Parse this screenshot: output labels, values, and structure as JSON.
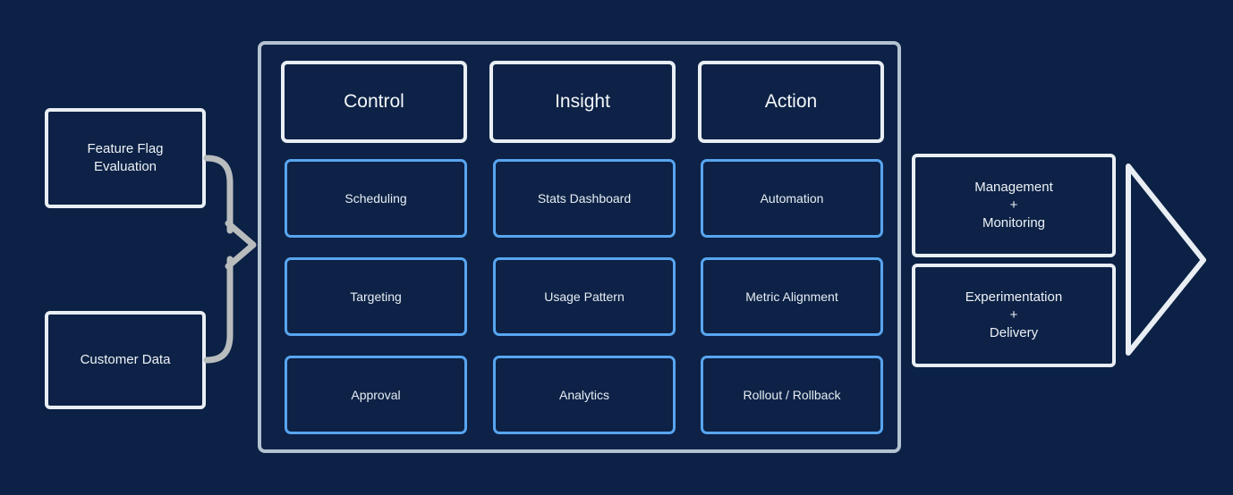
{
  "diagram": {
    "background_color": "#0b2145",
    "panel_border_color": "#b4c2d1",
    "header_border_color": "#e9eef4",
    "item_border_color": "#58a5f0",
    "text_color": "#eef2f7",
    "connector_color": "#b9bcbd",
    "arrow_color": "#e9eef4"
  },
  "inputs": [
    {
      "label": "Feature Flag\nEvaluation"
    },
    {
      "label": "Customer Data"
    }
  ],
  "panel": {
    "columns": [
      {
        "header": "Control",
        "items": [
          "Scheduling",
          "Targeting",
          "Approval"
        ]
      },
      {
        "header": "Insight",
        "items": [
          "Stats Dashboard",
          "Usage Pattern",
          "Analytics"
        ]
      },
      {
        "header": "Action",
        "items": [
          "Automation",
          "Metric Alignment",
          "Rollout / Rollback"
        ]
      }
    ]
  },
  "outcomes": [
    {
      "label": "Management\n+\nMonitoring"
    },
    {
      "label": "Experimentation\n+\nDelivery"
    }
  ],
  "connectors": {
    "input_merge_arrow": "chevron-right",
    "output_arrow": "triangle-right"
  }
}
